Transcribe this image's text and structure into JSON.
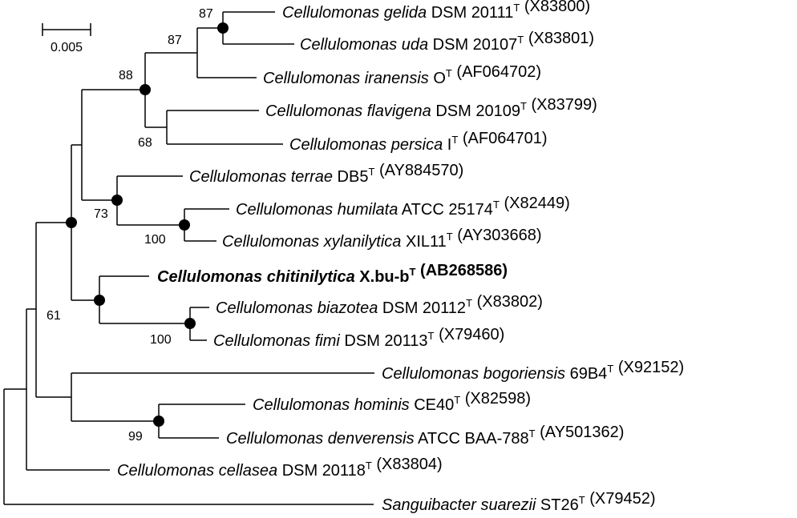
{
  "scale_bar": {
    "label": "0.005"
  },
  "taxa": [
    {
      "genus": "Cellulomonas",
      "species": "gelida",
      "strain": "DSM 20111",
      "accession": "(X83800)"
    },
    {
      "genus": "Cellulomonas",
      "species": "uda",
      "strain": "DSM 20107",
      "accession": "(X83801)"
    },
    {
      "genus": "Cellulomonas",
      "species": "iranensis",
      "strain": "O",
      "accession": "(AF064702)"
    },
    {
      "genus": "Cellulomonas",
      "species": "flavigena",
      "strain": "DSM 20109",
      "accession": "(X83799)"
    },
    {
      "genus": "Cellulomonas",
      "species": "persica",
      "strain": "I",
      "accession": "(AF064701)"
    },
    {
      "genus": "Cellulomonas",
      "species": "terrae",
      "strain": "DB5",
      "accession": "(AY884570)"
    },
    {
      "genus": "Cellulomonas",
      "species": "humilata",
      "strain": "ATCC 25174",
      "accession": "(X82449)"
    },
    {
      "genus": "Cellulomonas",
      "species": "xylanilytica",
      "strain": "XIL11",
      "accession": "(AY303668)"
    },
    {
      "genus": "Cellulomonas",
      "species": "chitinilytica",
      "strain": "X.bu-b",
      "accession": "(AB268586)",
      "bold": true
    },
    {
      "genus": "Cellulomonas",
      "species": "biazotea",
      "strain": "DSM 20112",
      "accession": "(X83802)"
    },
    {
      "genus": "Cellulomonas",
      "species": "fimi",
      "strain": "DSM 20113",
      "accession": "(X79460)"
    },
    {
      "genus": "Cellulomonas",
      "species": "bogoriensis",
      "strain": "69B4",
      "accession": "(X92152)"
    },
    {
      "genus": "Cellulomonas",
      "species": "hominis",
      "strain": "CE40",
      "accession": "(X82598)"
    },
    {
      "genus": "Cellulomonas",
      "species": "denverensis",
      "strain": "ATCC BAA-788",
      "accession": "(AY501362)"
    },
    {
      "genus": "Cellulomonas",
      "species": "cellasea",
      "strain": "DSM 20118",
      "accession": "(X83804)"
    },
    {
      "genus": "Sanguibacter",
      "species": "suarezii",
      "strain": "ST26",
      "accession": "(X79452)"
    }
  ],
  "type_strain_mark": "T",
  "bootstrap": [
    "87",
    "87",
    "88",
    "68",
    "73",
    "100",
    "61",
    "100",
    "99"
  ]
}
